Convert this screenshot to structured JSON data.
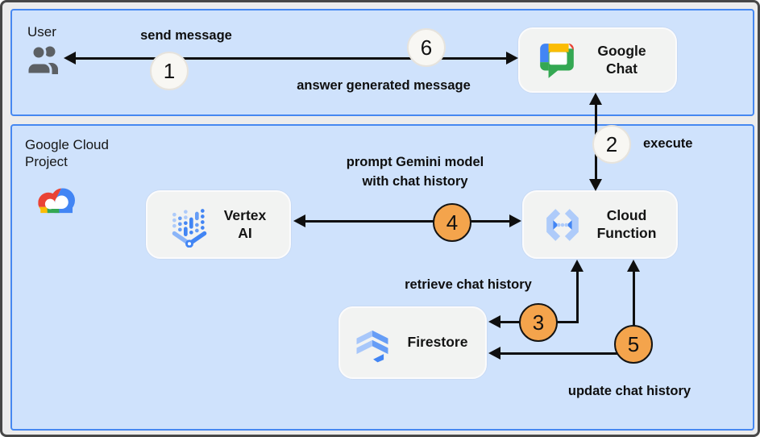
{
  "zones": {
    "user": {
      "title": "User"
    },
    "cloud": {
      "title": "Google Cloud Project"
    }
  },
  "nodes": {
    "google_chat": {
      "label": "Google Chat",
      "icon": "google-chat-icon"
    },
    "vertex_ai": {
      "label": "Vertex AI",
      "icon": "vertex-ai-icon"
    },
    "cloud_function": {
      "label": "Cloud Function",
      "icon": "cloud-functions-icon"
    },
    "firestore": {
      "label": "Firestore",
      "icon": "firestore-icon"
    }
  },
  "icons": {
    "user_zone": "people-icon",
    "cloud_zone": "google-cloud-icon"
  },
  "steps": {
    "s1": {
      "number": "1",
      "label": "send message",
      "badge_style": "light"
    },
    "s2": {
      "number": "2",
      "label": "execute",
      "badge_style": "light"
    },
    "s3": {
      "number": "3",
      "label": "retrieve chat history",
      "badge_style": "orange"
    },
    "s4": {
      "number": "4",
      "label_line1": "prompt Gemini model",
      "label_line2": "with chat history",
      "badge_style": "orange"
    },
    "s5": {
      "number": "5",
      "label": "update chat history",
      "badge_style": "orange"
    },
    "s6": {
      "number": "6",
      "label": "answer generated message",
      "badge_style": "light"
    }
  },
  "colors": {
    "zone_fill": "#cfe2fc",
    "zone_border": "#4688f1",
    "node_fill": "#f2f3f2",
    "badge_light_fill": "#f8f7f3",
    "badge_orange_fill": "#f4a44c",
    "arrow": "#0f0f0f",
    "canvas_background": "#ececec",
    "frame_border": "#474747",
    "google_blue": "#4285F4",
    "google_red": "#EA4335",
    "google_yellow": "#FBBC05",
    "google_green": "#34A853"
  }
}
